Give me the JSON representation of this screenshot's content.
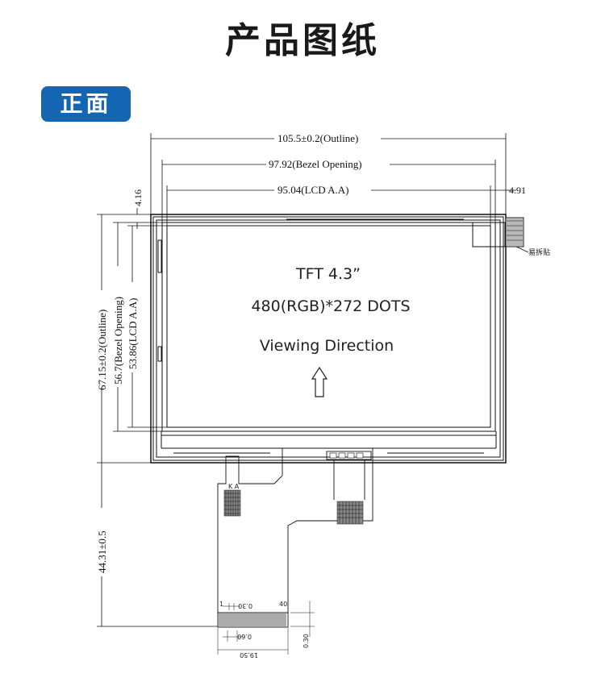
{
  "header": {
    "title": "产品图纸"
  },
  "section": {
    "badge": "正面"
  },
  "drawing": {
    "dim_outline_w": "105.5±0.2(Outline)",
    "dim_bezel_w": "97.92(Bezel Opening)",
    "dim_aa_w": "95.04(LCD A.A)",
    "dim_right_offset": "4.91",
    "dim_top_offset": "4.16",
    "dim_outline_h": "67.15±0.2(Outline)",
    "dim_bezel_h": "56.7(Bezel Opening)",
    "dim_aa_h": "53.86(LCD A.A)",
    "dim_fpc_len": "44.31±0.5",
    "tape_label": "易拆贴",
    "screen_line1": "TFT 4.3”",
    "screen_line2": "480(RGB)*272  DOTS",
    "screen_line3": "Viewing  Direction",
    "ka_label": "K A",
    "pad_dim1": "0.30",
    "pad_dim2": "0.60",
    "pad_dim3": "19.50",
    "pad_thickness": "0.30",
    "pin_1": "1",
    "pin_40": "40"
  }
}
